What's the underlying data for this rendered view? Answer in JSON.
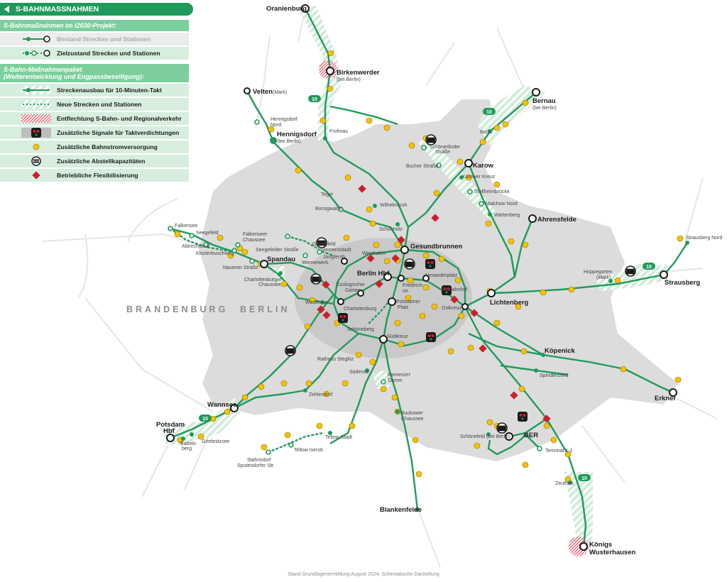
{
  "header": {
    "title": "S-BAHNMASSNAHMEN"
  },
  "legend": {
    "section1": "S-Bahnmaßnahmen im i2030-Projekt:",
    "row_existing": "Bestand Strecken und Stationen",
    "row_target": "Zielzustand Strecken und Stationen",
    "section2_line1": "S-Bahn-Maßnahmenpaket",
    "section2_line2": "(Weiterentwicklung und Engpassbeseitigung):",
    "row_upgrade": "Streckenausbau für 10-Minuten-Takt",
    "row_new": "Neue Strecken und Stationen",
    "row_separation": "Entflechtung S-Bahn- und Regionalverkehr",
    "row_signals": "Zusätzliche Signale für Taktverdichtungen",
    "row_power": "Zusätzliche Bahnstromversorgung",
    "row_storage": "Zusätzliche Abstellkapazitäten",
    "row_flex": "Betriebliche Flexibilisierung"
  },
  "colors": {
    "green": "#1f9a5c",
    "light_green": "#cfe8d7",
    "yellow": "#f6c200",
    "red": "#cc1f2c",
    "grey": "#dcdcdc"
  },
  "regions": {
    "brandenburg": "BRANDENBURG",
    "berlin": "BERLIN"
  },
  "tempo_badge": "10",
  "stations_major": {
    "oranienburg": "Oranienburg",
    "birkenwerder_1": "Birkenwerder",
    "birkenwerder_2": "(bei Berlin)",
    "velten": "Velten",
    "velten_mark": "(Mark)",
    "hennigsdorf_1": "Hennigsdorf",
    "hennigsdorf_2": "(bei Berlin)",
    "bernau_1": "Bernau",
    "bernau_2": "(bei Berlin)",
    "karow": "Karow",
    "ahrensfelde": "Ahrensfelde",
    "strausberg": "Strausberg",
    "gesundbrunnen": "Gesundbrunnen",
    "berlin_hbf": "Berlin Hbf",
    "spandau": "Spandau",
    "lichtenberg": "Lichtenberg",
    "koepenick": "Köpenick",
    "erkner": "Erkner",
    "wannsee": "Wannsee",
    "potsdam_1": "Potsdam",
    "potsdam_2": "Hbf",
    "ber": "BER",
    "blankenfelde": "Blankenfelde",
    "koenigs_1": "Königs",
    "koenigs_2": "Wusterhausen"
  },
  "stations_minor": {
    "hennigsdorf_nord_1": "Hennigsdorf",
    "hennigsdorf_nord_2": "Nord",
    "frohnau": "Frohnau",
    "tegel": "Tegel",
    "borsigwalde": "Borsigwalde",
    "wilhelmsruh": "Wilhelmsruh",
    "schoenholz": "Schönholz",
    "buch": "Buch",
    "schoenerlinder_1": "Schönerlinder",
    "schoenerlinder_2": "Straße",
    "bucher_strasse": "Bucher Straße",
    "karower_kreuz": "Karower Kreuz",
    "stellheimbruecke": "Stellheimbrücke",
    "malchow_nord": "Malchow Nord",
    "wartenberg": "Wartenberg",
    "strausberg_nord": "Strausberg Nord",
    "hoppegarten_1": "Hoppegarten",
    "hoppegarten_2": "(Mark)",
    "falkensee": "Falkensee",
    "seegefeld": "Seegefeld",
    "albrechtshof": "Albrechtshof",
    "klosterbuschweg": "Klosterbuschweg",
    "falkenseer_1": "Falkenseer",
    "falkenseer_2": "Chaussee",
    "seegefelder": "Seegefelder Straße",
    "nauener": "Nauener Straße",
    "gartenfeld": "Gartenfeld",
    "siemensstadt": "Siemensstadt",
    "wernerwerk": "Wernerwerk",
    "jungfernh": "Jungfernh.",
    "westhafen": "Westhafen",
    "charlottenburger_1": "Charlottenburger",
    "charlottenburger_2": "Chaussee",
    "westkreuz": "Westkreuz",
    "charlottenburg": "Charlottenburg",
    "zoo_1": "Zoologischer",
    "zoo_2": "Garten",
    "friedrichstr_1": "Friedrich-",
    "friedrichstr_2": "str.",
    "alexanderplatz": "Alexanderplatz",
    "ostkreuz": "Ostkreuz",
    "ostbahnhof": "Ostbahnhof",
    "potsdamer_1": "Potsdamer",
    "potsdamer_2": "Platz",
    "schoeneberg": "Schöneberg",
    "suedkreuz": "Südkreuz",
    "rathaus_steglitz": "Rathaus Steglitz",
    "suedende": "Südende",
    "kamenzer_1": "Kamenzer",
    "kamenzer_2": "Damm",
    "zehlendorf": "Zehlendorf",
    "buckower_1": "Buckower",
    "buckower_2": "Chaussee",
    "teltow_stadt": "Teltow Stadt",
    "teltow_iserstr": "Teltow Iserstr.",
    "stahnsdorf_1": "Stahnsdorf",
    "stahnsdorf_2": "Sputendorfer Str.",
    "griebnitzsee": "Griebnitzsee",
    "babelsberg_1": "Babels-",
    "babelsberg_2": "berg",
    "spindlersfeld": "Spindlersfeld",
    "schoenefeld": "Schönefeld (bei Berlin)",
    "terminal": "Terminal 1-2",
    "zeuthen": "Zeuthen"
  },
  "footer": "Stand Grundlagenermittlung August 2024, Schematische Darstellung"
}
